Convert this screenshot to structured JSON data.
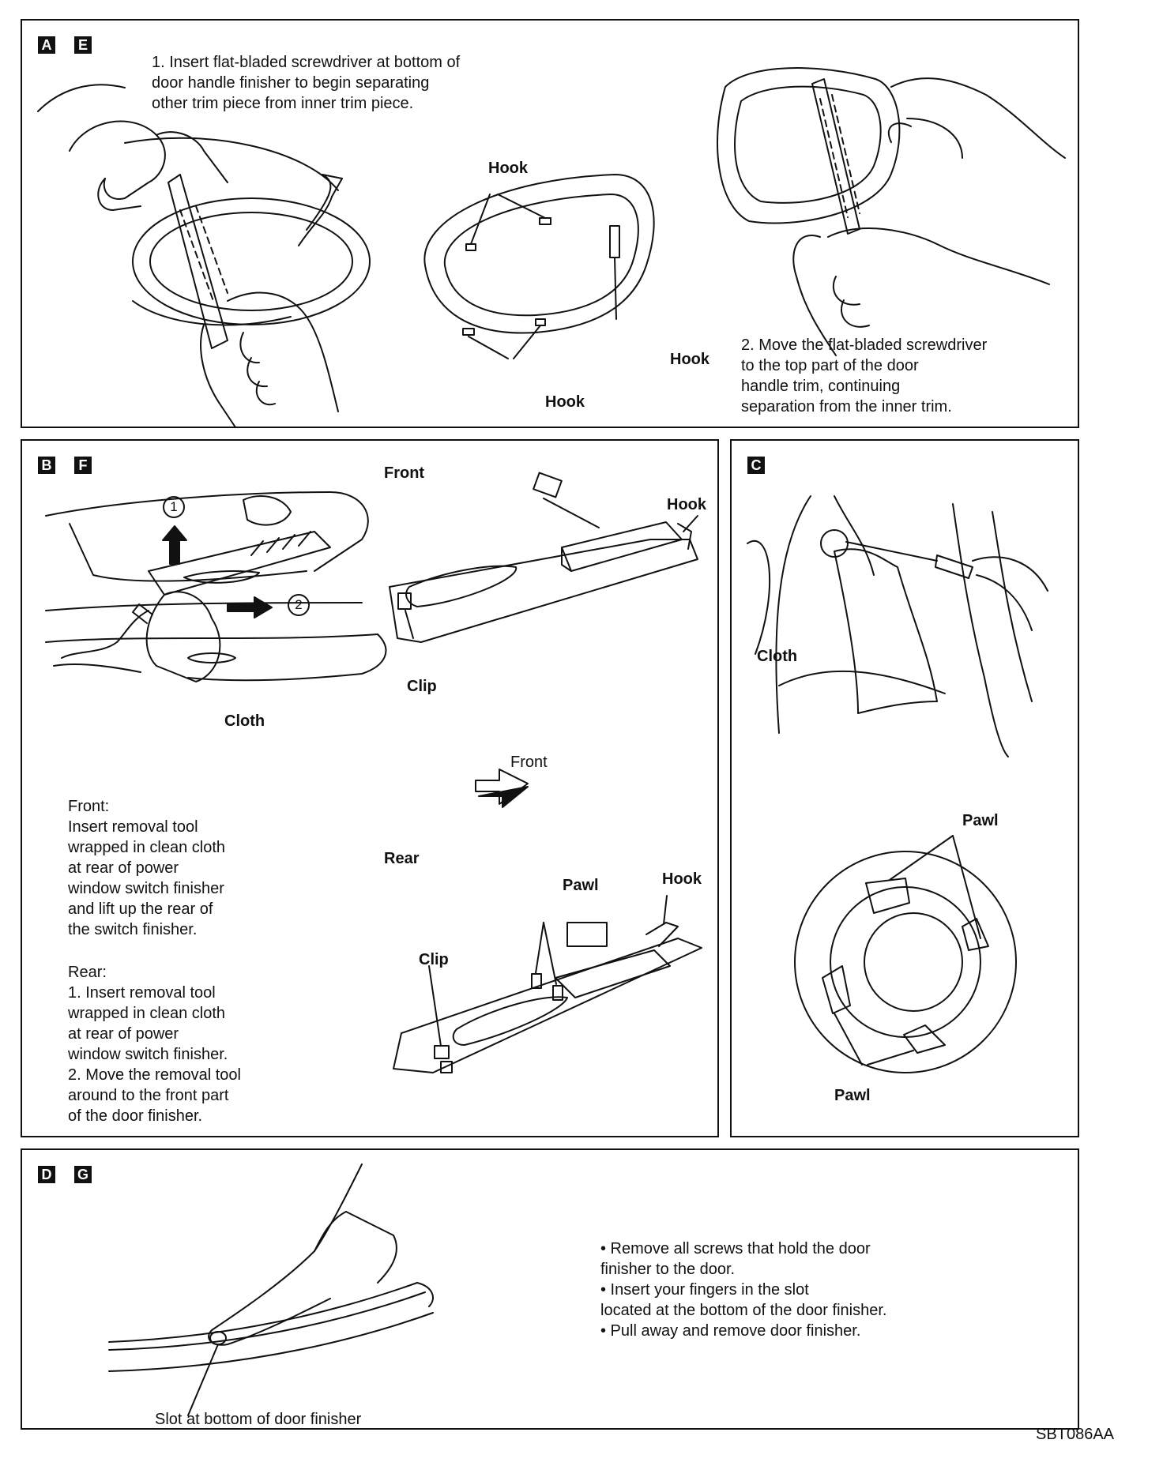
{
  "panels": {
    "ae": {
      "badges": [
        "A",
        "E"
      ],
      "step1": "1. Insert flat-bladed screwdriver at bottom of\n    door handle finisher to begin separating\n    other trim piece from inner trim piece.",
      "hook_label": "Hook",
      "step2": "2. Move the flat-bladed screwdriver\n    to the top part of the door\n    handle trim, continuing\n    separation from the inner trim."
    },
    "bf": {
      "badges": [
        "B",
        "F"
      ],
      "cloth_label": "Cloth",
      "circle1": "1",
      "circle2": "2",
      "front_heading": "Front",
      "rear_heading": "Rear",
      "hook_label": "Hook",
      "clip_label": "Clip",
      "pawl_label": "Pawl",
      "front_arrow_label": "Front",
      "front_text": "Front:\nInsert removal tool\nwrapped in clean cloth\nat rear of power\nwindow switch finisher\nand lift up the rear of\nthe switch finisher.",
      "rear_text": "Rear:\n1. Insert removal tool\n    wrapped in clean cloth\n    at rear of power\n    window switch finisher.\n2. Move the removal tool\n    around to the front part\n    of the door finisher."
    },
    "c": {
      "badges": [
        "C"
      ],
      "cloth_label": "Cloth",
      "pawl_label": "Pawl"
    },
    "dg": {
      "badges": [
        "D",
        "G"
      ],
      "bullets": "• Remove all screws that hold the door\n   finisher to the door.\n• Insert your fingers in the slot\n   located at the bottom of the door finisher.\n• Pull away and remove door finisher.",
      "slot_label": "Slot at bottom of door finisher"
    }
  },
  "figure_code": "SBT086AA"
}
